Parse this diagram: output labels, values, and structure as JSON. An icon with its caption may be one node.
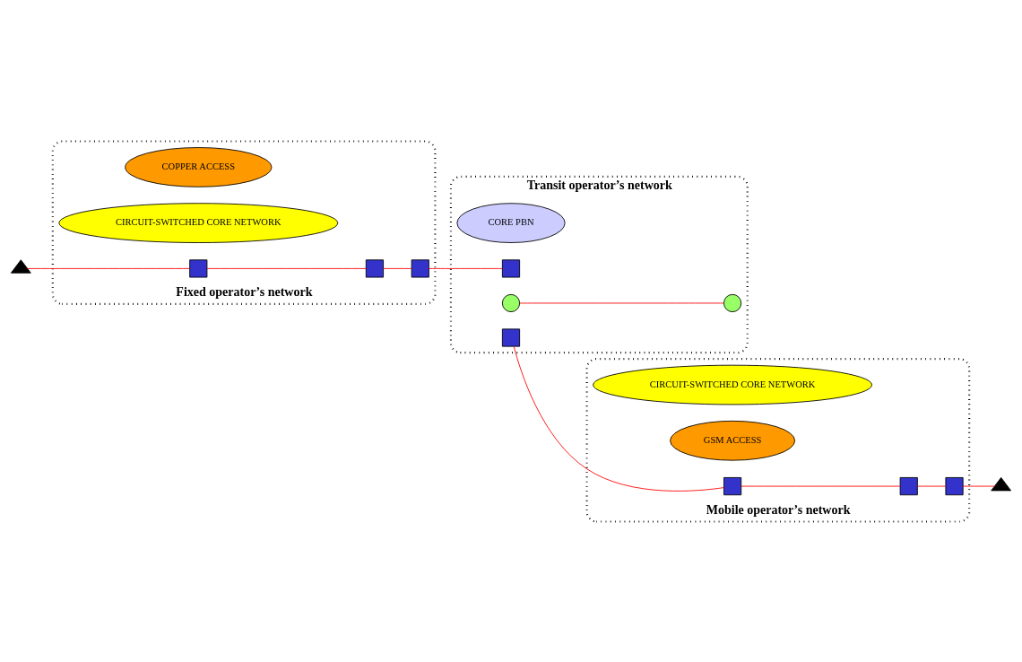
{
  "diagram": {
    "nodes": [
      {
        "text": [
          "Fixed operator’s network"
        ]
      },
      {
        "text": [
          "COPPER ACCESS"
        ],
        "in": 0
      },
      {
        "text": [
          "CIRCUIT-SWITCHED CORE NETWORK"
        ],
        "in": 0
      },
      {
        "text": [
          "Transit operator’s network"
        ]
      },
      {
        "text": [
          "CORE PBN"
        ],
        "in": 3
      },
      {
        "text": [
          "Mobile operator’s network"
        ]
      },
      {
        "text": [
          "CIRCUIT-SWITCHED CORE NETWORK"
        ],
        "in": 5
      },
      {
        "text": [
          "GSM ACCESS"
        ],
        "in": 5
      },
      {
        "text": [],
        "shape": "triangle"
      },
      {
        "text": [],
        "shape": "box",
        "in": 0
      },
      {
        "text": [],
        "shape": "box",
        "in": 0
      },
      {
        "text": [],
        "shape": "box",
        "in": 0
      },
      {
        "text": [],
        "shape": "box",
        "in": 3
      },
      {
        "text": [],
        "shape": "circle",
        "in": 3
      },
      {
        "text": [],
        "shape": "circle",
        "in": 3
      },
      {
        "text": [],
        "shape": "box",
        "in": 3
      },
      {
        "text": [],
        "shape": "box",
        "in": 5
      },
      {
        "text": [],
        "shape": "box",
        "in": 5
      },
      {
        "text": [],
        "shape": "box",
        "in": 5
      },
      {
        "text": [],
        "shape": "triangle"
      }
    ],
    "edges": [
      {
        "from": 8,
        "to": 9,
        "arrow": "none"
      },
      {
        "from": 9,
        "to": 10,
        "arrow": "none"
      },
      {
        "from": 10,
        "to": 11,
        "arrow": "none"
      },
      {
        "from": 11,
        "to": 12,
        "arrow": "none"
      },
      {
        "from": 13,
        "to": 14,
        "arrow": "none"
      },
      {
        "from": 15,
        "to": 16,
        "arrow": "none"
      },
      {
        "from": 16,
        "to": 17,
        "arrow": "none"
      },
      {
        "from": 17,
        "to": 18,
        "arrow": "none"
      },
      {
        "from": 18,
        "to": 19,
        "arrow": "none"
      }
    ]
  }
}
